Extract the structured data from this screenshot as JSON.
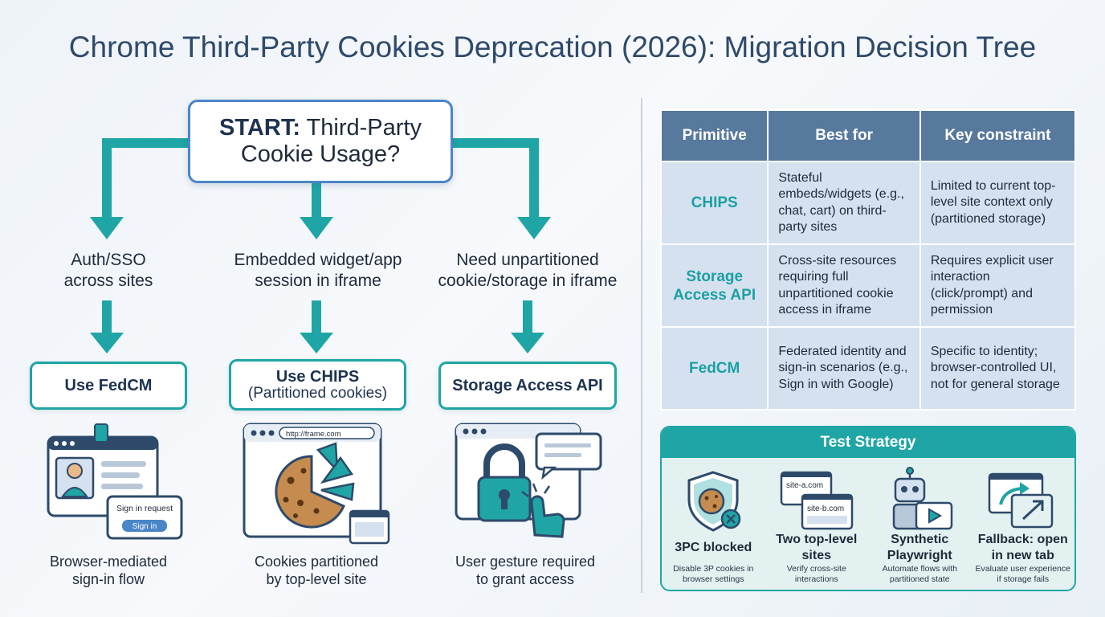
{
  "title": "Chrome Third-Party Cookies Deprecation (2026): Migration Decision Tree",
  "start": {
    "bold": "START:",
    "rest1": "Third-Party",
    "rest2": "Cookie Usage?"
  },
  "branches": [
    {
      "label1": "Auth/SSO",
      "label2": "across sites",
      "action": "Use FedCM",
      "action_sub": "",
      "caption1": "Browser-mediated",
      "caption2": "sign-in flow",
      "illus_text": {
        "popup_title": "Sign in request",
        "popup_button": "Sign in"
      }
    },
    {
      "label1": "Embedded widget/app",
      "label2": "session in iframe",
      "action": "Use CHIPS",
      "action_sub": "(Partitioned cookies)",
      "caption1": "Cookies partitioned",
      "caption2": "by top-level site",
      "illus_text": {
        "url": "http://frame.com"
      }
    },
    {
      "label1": "Need unpartitioned",
      "label2": "cookie/storage in iframe",
      "action": "Storage Access API",
      "action_sub": "",
      "caption1": "User gesture required",
      "caption2": "to grant access"
    }
  ],
  "table": {
    "headers": [
      "Primitive",
      "Best for",
      "Key constraint"
    ],
    "rows": [
      {
        "primitive": "CHIPS",
        "best_for": "Stateful embeds/widgets (e.g., chat, cart) on third-party sites",
        "constraint": "Limited to current top-level site context only (partitioned storage)"
      },
      {
        "primitive": "Storage Access API",
        "best_for": "Cross-site resources requiring full unpartitioned cookie access in iframe",
        "constraint": "Requires explicit user interaction (click/prompt) and permission"
      },
      {
        "primitive": "FedCM",
        "best_for": "Federated identity and sign-in scenarios (e.g., Sign in with Google)",
        "constraint": "Specific to identity; browser-controlled UI, not for general storage"
      }
    ]
  },
  "test_strategy": {
    "title": "Test Strategy",
    "items": [
      {
        "label1": "3PC blocked",
        "label2": "",
        "desc1": "Disable 3P cookies in",
        "desc2": "browser settings",
        "icon": "shield-cookie-icon"
      },
      {
        "label1": "Two top-level",
        "label2": "sites",
        "desc1": "Verify cross-site",
        "desc2": "interactions",
        "icon": "two-windows-icon",
        "win_a": "site-a.com",
        "win_b": "site-b.com"
      },
      {
        "label1": "Synthetic",
        "label2": "Playwright",
        "desc1": "Automate flows with",
        "desc2": "partitioned state",
        "icon": "robot-icon"
      },
      {
        "label1": "Fallback: open",
        "label2": "in new tab",
        "desc1": "Evaluate user experience",
        "desc2": "if storage fails",
        "icon": "new-tab-icon"
      }
    ]
  },
  "colors": {
    "teal": "#1fa5a5",
    "blue": "#4a86c8",
    "navy": "#2e4a6b",
    "table_header": "#58799e",
    "table_cell": "#d6e1ef"
  }
}
